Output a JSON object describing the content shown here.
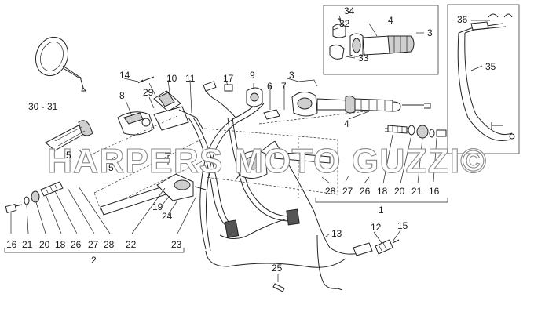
{
  "watermark": "HARPERS MOTO GUZZI©",
  "callouts": {
    "c1": "1",
    "c2": "2",
    "c3a": "3",
    "c3b": "3",
    "c4a": "4",
    "c4b": "4",
    "c5a": "5",
    "c5b": "5",
    "c6": "6",
    "c7": "7",
    "c8": "8",
    "c9": "9",
    "c10": "10",
    "c11": "11",
    "c12": "12",
    "c13": "13",
    "c14": "14",
    "c15": "15",
    "c16a": "16",
    "c16b": "16",
    "c17": "17",
    "c18a": "18",
    "c18b": "18",
    "c19": "19",
    "c20a": "20",
    "c20b": "20",
    "c21a": "21",
    "c21b": "21",
    "c22": "22",
    "c23": "23",
    "c24": "24",
    "c25": "25",
    "c26a": "26",
    "c26b": "26",
    "c27a": "27",
    "c27b": "27",
    "c28a": "28",
    "c28b": "28",
    "c29": "29",
    "c3031": "30 - 31",
    "c32": "32",
    "c33": "33",
    "c34": "34",
    "c35": "35",
    "c36": "36"
  }
}
